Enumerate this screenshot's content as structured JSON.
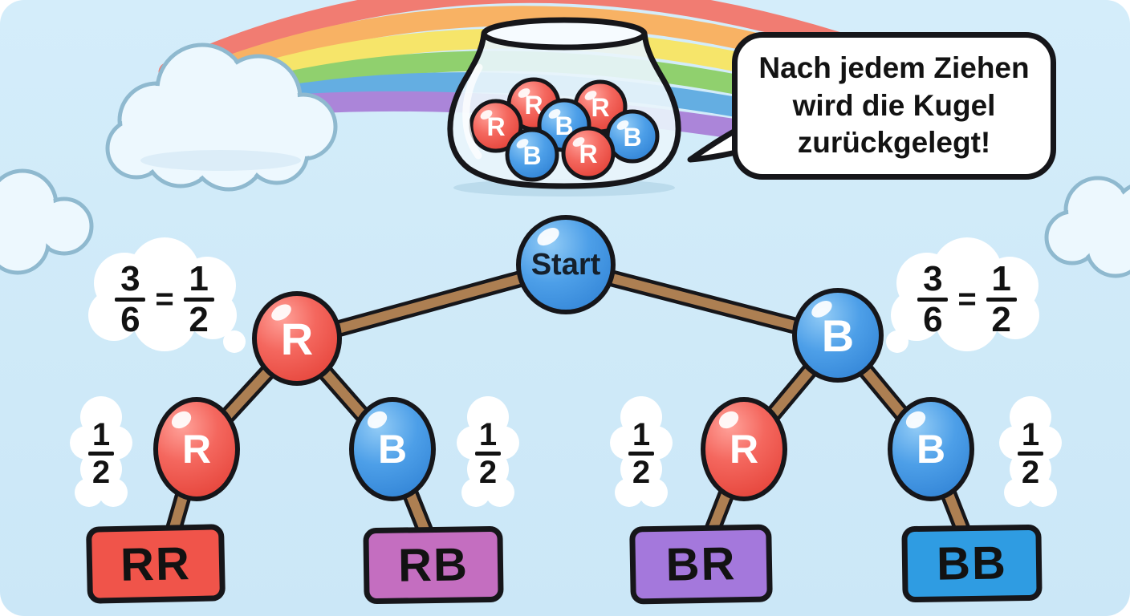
{
  "palette": {
    "sky": "#cde9f8",
    "red_ball": "#ee4d42",
    "blue_ball": "#3f97e4",
    "branch_brown": "#ad7f52",
    "outline_black": "#16161a",
    "rainbow": [
      "#f17c72",
      "#f8b264",
      "#f6e56a",
      "#90d06e",
      "#64aee2",
      "#ab85d9"
    ],
    "outcome_rr": "#f0544a",
    "outcome_rb": "#c46ec0",
    "outcome_br": "#a478dc",
    "outcome_bb": "#2f9ce2"
  },
  "speech_bubble": {
    "line1": "Nach jedem Ziehen",
    "line2": "wird die Kugel",
    "line3": "zurückgelegt!"
  },
  "jar": {
    "balls": [
      {
        "label": "R",
        "color": "red"
      },
      {
        "label": "R",
        "color": "red"
      },
      {
        "label": "R",
        "color": "red"
      },
      {
        "label": "B",
        "color": "blue"
      },
      {
        "label": "B",
        "color": "blue"
      },
      {
        "label": "B",
        "color": "blue"
      },
      {
        "label": "R",
        "color": "red"
      }
    ]
  },
  "tree": {
    "root_label": "Start",
    "level1": [
      {
        "label": "R",
        "color": "red"
      },
      {
        "label": "B",
        "color": "blue"
      }
    ],
    "level2": [
      {
        "label": "R",
        "color": "red"
      },
      {
        "label": "B",
        "color": "blue"
      },
      {
        "label": "R",
        "color": "red"
      },
      {
        "label": "B",
        "color": "blue"
      }
    ],
    "outcomes": [
      {
        "label": "RR",
        "color": "#f0544a"
      },
      {
        "label": "RB",
        "color": "#c46ec0"
      },
      {
        "label": "BR",
        "color": "#a478dc"
      },
      {
        "label": "BB",
        "color": "#2f9ce2"
      }
    ]
  },
  "fractions": {
    "left_branch": {
      "num_a": "3",
      "den_a": "6",
      "equals": "=",
      "num_b": "1",
      "den_b": "2"
    },
    "right_branch": {
      "num_a": "3",
      "den_a": "6",
      "equals": "=",
      "num_b": "1",
      "den_b": "2"
    },
    "second_level": [
      {
        "num": "1",
        "den": "2"
      },
      {
        "num": "1",
        "den": "2"
      },
      {
        "num": "1",
        "den": "2"
      },
      {
        "num": "1",
        "den": "2"
      }
    ]
  }
}
